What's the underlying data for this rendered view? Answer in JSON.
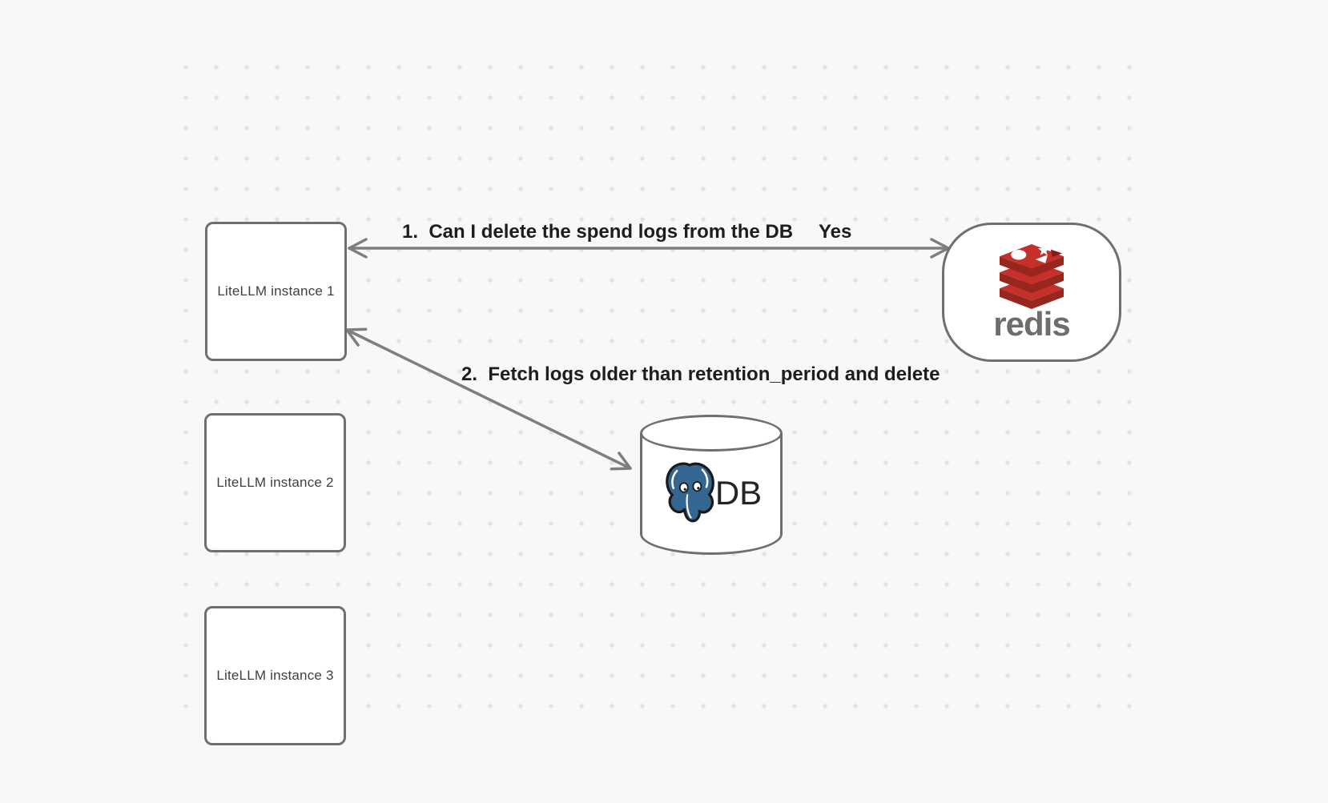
{
  "diagram": {
    "instances": [
      {
        "label": "LiteLLM instance 1"
      },
      {
        "label": "LiteLLM instance 2"
      },
      {
        "label": "LiteLLM instance 3"
      }
    ],
    "redis": {
      "wordmark": "redis"
    },
    "database": {
      "label": "DB"
    },
    "messages": {
      "step1": "1.  Can I delete the spend logs from the DB",
      "step1_response": "Yes",
      "step2": "2.  Fetch logs older than retention_period and delete"
    }
  },
  "colors": {
    "canvas_bg": "#f8f8f8",
    "dot": "#e3e3e3",
    "node_border": "#6f6f6f",
    "node_text": "#3f3f3f",
    "arrow": "#7e7e7e",
    "label_text": "#1d1d1d",
    "redis_red": "#c6302b",
    "redis_dark": "#96261e",
    "redis_wordmark": "#6d6d6d",
    "postgres_blue": "#336791",
    "outline_black": "#1a1a1a"
  }
}
